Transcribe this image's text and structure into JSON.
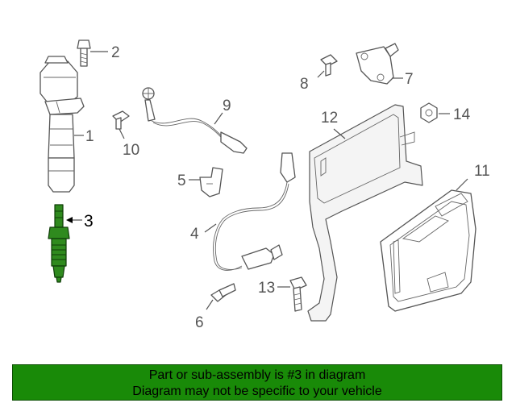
{
  "highlight_color": "#2f8a1e",
  "banner_color": "#198a08",
  "callouts": {
    "c1": "1",
    "c2": "2",
    "c3": "3",
    "c4": "4",
    "c5": "5",
    "c6": "6",
    "c7": "7",
    "c8": "8",
    "c9": "9",
    "c10": "10",
    "c11": "11",
    "c12": "12",
    "c13": "13",
    "c14": "14"
  },
  "banner": {
    "line1": "Part or sub-assembly is #3 in diagram",
    "line2": "Diagram may not be specific to your vehicle"
  }
}
